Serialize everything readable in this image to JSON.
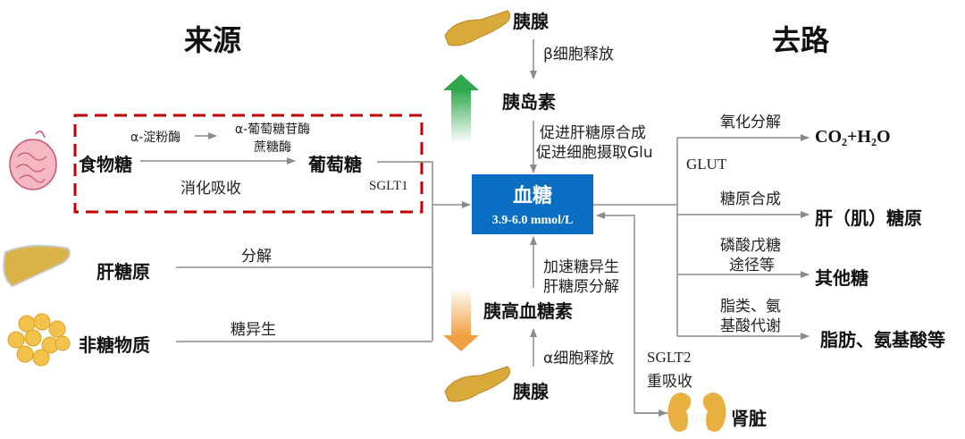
{
  "headings": {
    "sources": "来源",
    "destinations": "去路"
  },
  "center": {
    "title": "血糖",
    "range": "3.9-6.0 mmol/L",
    "color": "#0a6fc2"
  },
  "sources": {
    "food_sugar": "食物糖",
    "glucose": "葡萄糖",
    "enzyme1": "α-淀粉酶",
    "enzyme2_line1": "α-葡萄糖苷酶",
    "enzyme2_line2": "蔗糖酶",
    "digest": "消化吸收",
    "sglt1": "SGLT1",
    "liver_glycogen": "肝糖原",
    "breakdown": "分解",
    "non_sugar": "非糖物质",
    "gluconeogenesis": "糖异生"
  },
  "top": {
    "pancreas": "胰腺",
    "beta_release": "β细胞释放",
    "insulin": "胰岛素",
    "effect_line1": "促进肝糖原合成",
    "effect_line2": "促进细胞摄取Glu"
  },
  "bottom": {
    "pancreas": "胰腺",
    "alpha_release": "α细胞释放",
    "glucagon": "胰高血糖素",
    "effect_line1": "加速糖异生",
    "effect_line2": "肝糖原分解",
    "sglt2_line1": "SGLT2",
    "sglt2_line2": "重吸收",
    "kidney": "肾脏"
  },
  "destinations": {
    "oxidation": "氧化分解",
    "co2_h2o": "CO₂+H₂O",
    "glut": "GLUT",
    "glycogen_synthesis": "糖原合成",
    "liver_muscle_glycogen": "肝（肌）糖原",
    "ppp_line1": "磷酸戊糖",
    "ppp_line2": "途径等",
    "other_sugars": "其他糖",
    "lipid_line1": "脂类、氨",
    "lipid_line2": "基酸代谢",
    "fat_amino": "脂肪、氨基酸等"
  },
  "colors": {
    "dashed_box": "#c00000",
    "up_arrow": "#2ea84a",
    "down_arrow": "#f0a040",
    "organ": "#d9a93a",
    "line": "#8c8c8c"
  }
}
